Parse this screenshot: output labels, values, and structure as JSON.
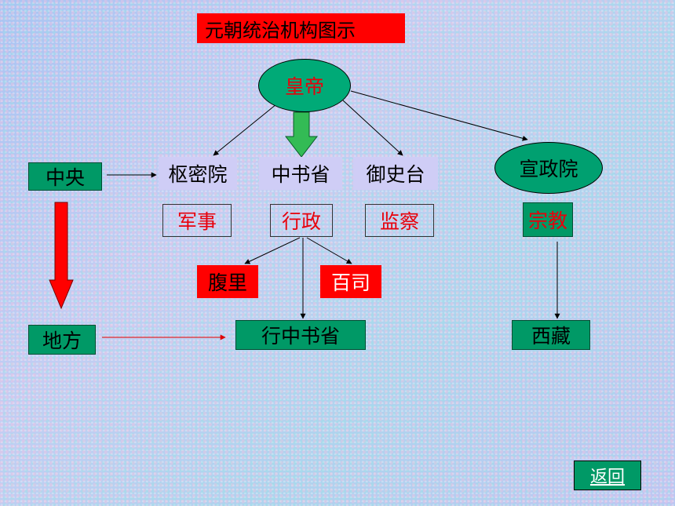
{
  "title": "元朝统治机构图示",
  "emperor": "皇帝",
  "central": "中央",
  "local": "地方",
  "departments": {
    "privy_council": "枢密院",
    "secretariat": "中书省",
    "censorate": "御史台",
    "xuanzheng": "宣政院"
  },
  "functions": {
    "military": "军事",
    "administration": "行政",
    "supervision": "监察",
    "religion": "宗教"
  },
  "sub_units": {
    "fuli": "腹里",
    "baisi": "百司",
    "xingzhongshusheng": "行中书省",
    "tibet": "西藏"
  },
  "back_link": "返回",
  "colors": {
    "green": "#009966",
    "red": "#ff0000",
    "lavender": "#cfcdf6",
    "function_text": "#e8000b"
  }
}
